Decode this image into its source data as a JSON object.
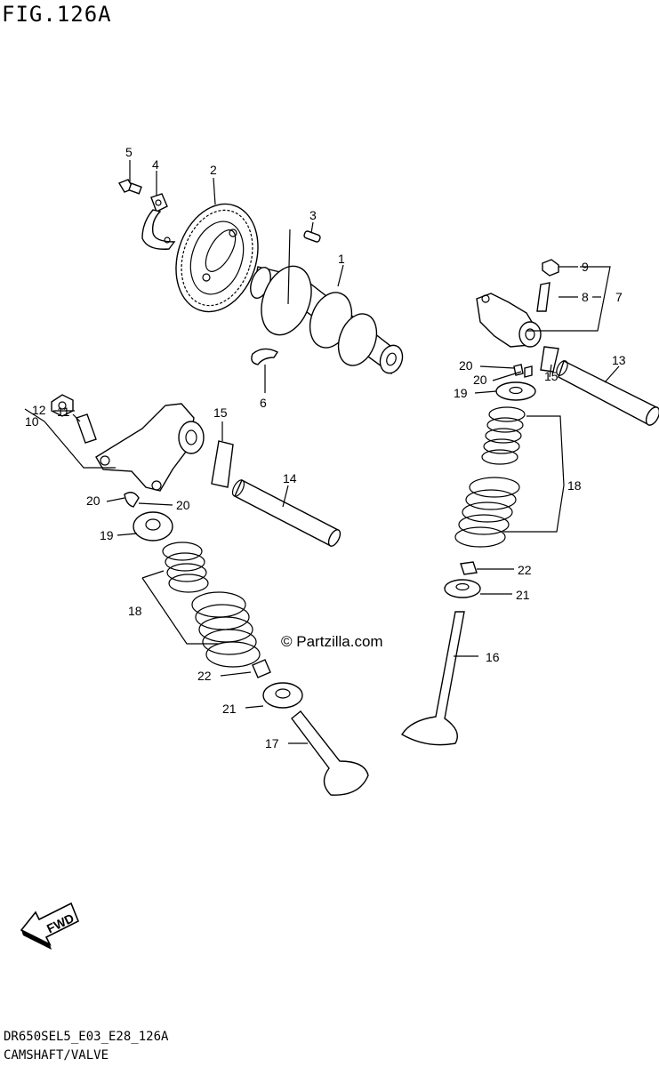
{
  "figure": {
    "title": "FIG.126A",
    "code": "DR650SEL5_E03_E28_126A",
    "name": "CAMSHAFT/VALVE",
    "watermark": "Partzilla.com",
    "fwd_label": "FWD"
  },
  "callouts": [
    "1",
    "2",
    "3",
    "4",
    "5",
    "6",
    "7",
    "8",
    "9",
    "10",
    "11",
    "12",
    "13",
    "14",
    "15",
    "15",
    "16",
    "17",
    "18",
    "18",
    "19",
    "19",
    "20",
    "20",
    "20",
    "20",
    "21",
    "21",
    "22",
    "22"
  ]
}
